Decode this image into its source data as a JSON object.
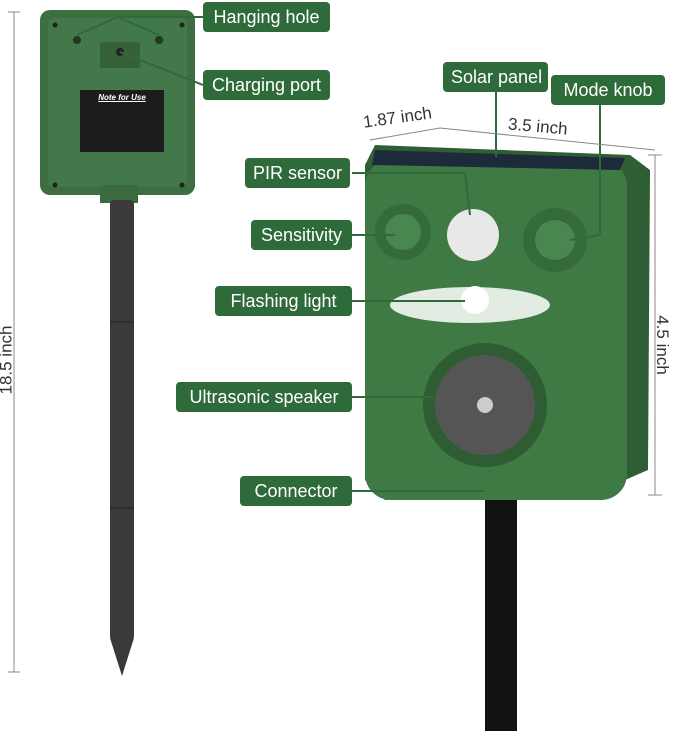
{
  "labels": {
    "hanging_hole": "Hanging hole",
    "charging_port": "Charging port",
    "solar_panel": "Solar panel",
    "mode_knob": "Mode knob",
    "pir_sensor": "PIR sensor",
    "sensitivity": "Sensitivity",
    "flashing_light": "Flashing light",
    "ultrasonic_speaker": "Ultrasonic speaker",
    "connector": "Connector"
  },
  "dimensions": {
    "height_total": "18.5 inch",
    "depth": "1.87 inch",
    "width": "3.5 inch",
    "height_box": "4.5 inch"
  },
  "note": {
    "title": "Note for Use"
  },
  "colors": {
    "label_bg": "#2f6b3a",
    "device_green": "#3f7a45"
  }
}
